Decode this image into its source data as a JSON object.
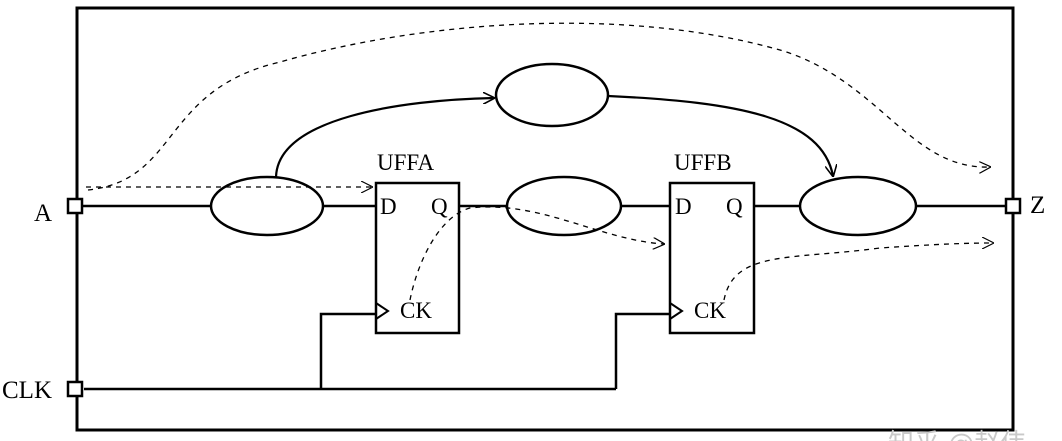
{
  "ports": {
    "input_a": "A",
    "clock": "CLK",
    "output_z": "Z"
  },
  "flip_flops": {
    "ffa": {
      "name": "UFFA",
      "d": "D",
      "q": "Q",
      "ck": "CK"
    },
    "ffb": {
      "name": "UFFB",
      "d": "D",
      "q": "Q",
      "ck": "CK"
    }
  },
  "watermark": "知乎 @赵伟"
}
